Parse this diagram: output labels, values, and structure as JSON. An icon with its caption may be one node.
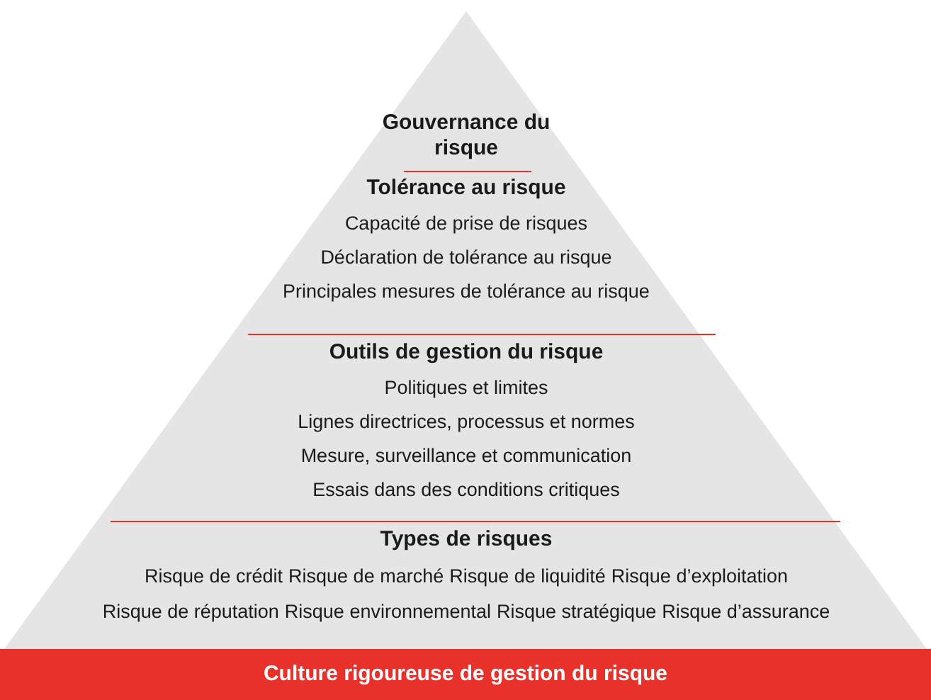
{
  "diagram": {
    "nodes": [
      {
        "text": [
          "Gouvernance du risque"
        ]
      },
      {
        "text": [
          "Tolérance au risque",
          "Capacité de prise de risques",
          "Déclaration de tolérance au risque",
          "Principales mesures de tolérance au risque"
        ]
      },
      {
        "text": [
          "Outils de gestion du risque",
          "Politiques et limites",
          "Lignes directrices, processus et normes",
          "Mesure, surveillance et communication",
          "Essais dans des conditions critiques"
        ]
      },
      {
        "text": [
          "Types de risques",
          "Risque de crédit",
          "Risque de marché",
          "Risque de liquidité",
          "Risque d’exploitation",
          "Risque de réputation",
          "Risque environnemental",
          "Risque stratégique",
          "Risque d’assurance"
        ]
      },
      {
        "text": [
          "Culture rigoureuse de gestion du risque"
        ]
      }
    ]
  }
}
